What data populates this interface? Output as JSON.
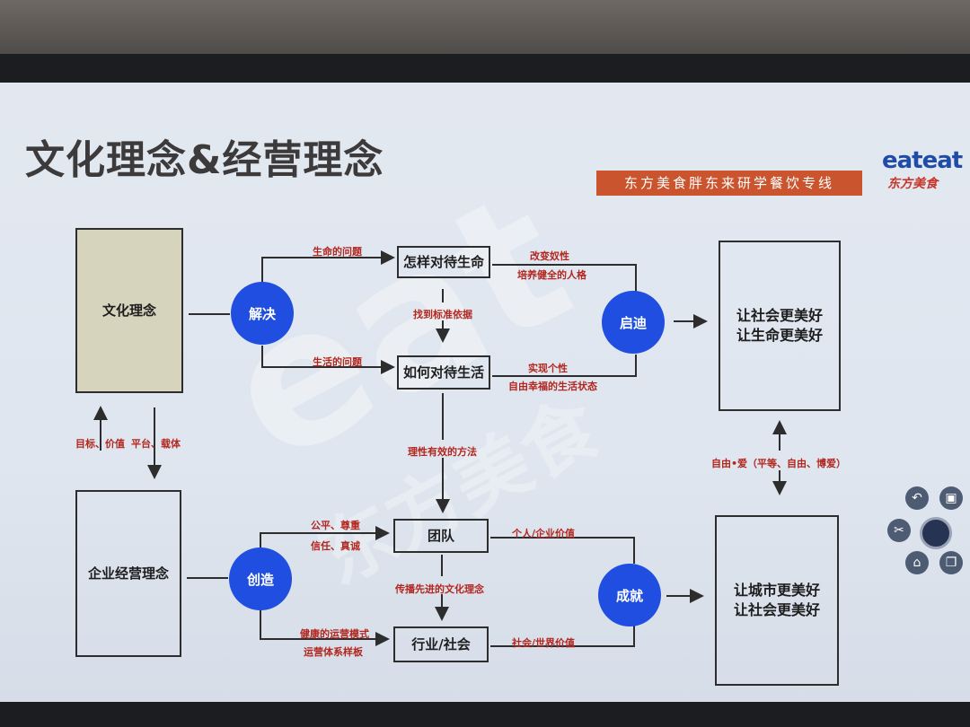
{
  "title": "文化理念&经营理念",
  "banner": "东方美食胖东来研学餐饮专线",
  "logo": {
    "text": "eateat",
    "cn": "东方美食"
  },
  "boxes": {
    "culture": "文化理念",
    "business": "企业经营理念",
    "treat_life": "怎样对待生命",
    "how_live": "如何对待生活",
    "team": "团队",
    "industry": "行业/社会",
    "goal_top": [
      "让社会更美好",
      "让生命更美好"
    ],
    "goal_bottom": [
      "让城市更美好",
      "让社会更美好"
    ]
  },
  "circles": {
    "solve": "解决",
    "enlighten": "启迪",
    "create": "创造",
    "achieve": "成就"
  },
  "labels": {
    "life_problem": "生命的问题",
    "living_problem": "生活的问题",
    "find_standard": "找到标准依据",
    "change_habit": "改变奴性",
    "cultivate": "培养健全的人格",
    "self_realize": "实现个性",
    "free_happy": "自由幸福的生活状态",
    "rational_method": "理性有效的方法",
    "goal_value": "目标、价值",
    "platform_carrier": "平台、载体",
    "freedom_love": "自由•爱（平等、自由、博爱）",
    "fair_respect": "公平、尊重",
    "trust_sincere": "信任、真诚",
    "personal_value": "个人/企业价值",
    "spread_culture": "传播先进的文化理念",
    "healthy_model": "健康的运营模式",
    "op_system": "运营体系样板",
    "social_value": "社会/世界价值"
  },
  "icons": [
    "undo-icon",
    "briefcase-icon",
    "scissors-icon",
    "record-icon",
    "home-icon",
    "window-icon"
  ],
  "colors": {
    "accent_blue": "#1f4ee0",
    "banner": "#c9542e",
    "label_red": "#b3261e",
    "culture_fill": "#d6d4bd"
  }
}
